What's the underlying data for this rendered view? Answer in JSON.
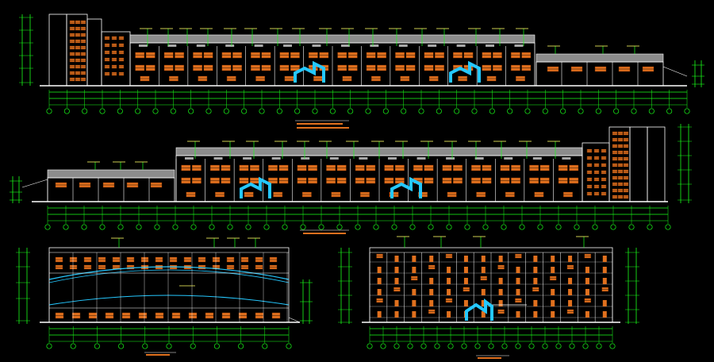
{
  "canvas": {
    "background": "#000000"
  },
  "colors": {
    "outline": "#ffffff",
    "dimension": "#19ff19",
    "window": "#e0701e",
    "stair": "#25c8ff",
    "roof": "#a8a8a8",
    "leader": "#19ff19",
    "text": "#ffffff",
    "ground": "#ffffff",
    "grid_bubble": "#19ff19",
    "annotation": "#ffff66"
  },
  "drawings": [
    {
      "id": "elevation-front",
      "kind": "long-elevation",
      "title_text": "",
      "stair_count": 2,
      "tower_side": "left"
    },
    {
      "id": "elevation-rear",
      "kind": "long-elevation",
      "title_text": "",
      "stair_count": 2,
      "tower_side": "right"
    },
    {
      "id": "section-side",
      "kind": "section",
      "title_text": ""
    },
    {
      "id": "elevation-end",
      "kind": "end-elevation",
      "title_text": ""
    }
  ],
  "icons": [
    "axis-bubble-icon",
    "elevation-mark-icon",
    "stair-icon"
  ]
}
